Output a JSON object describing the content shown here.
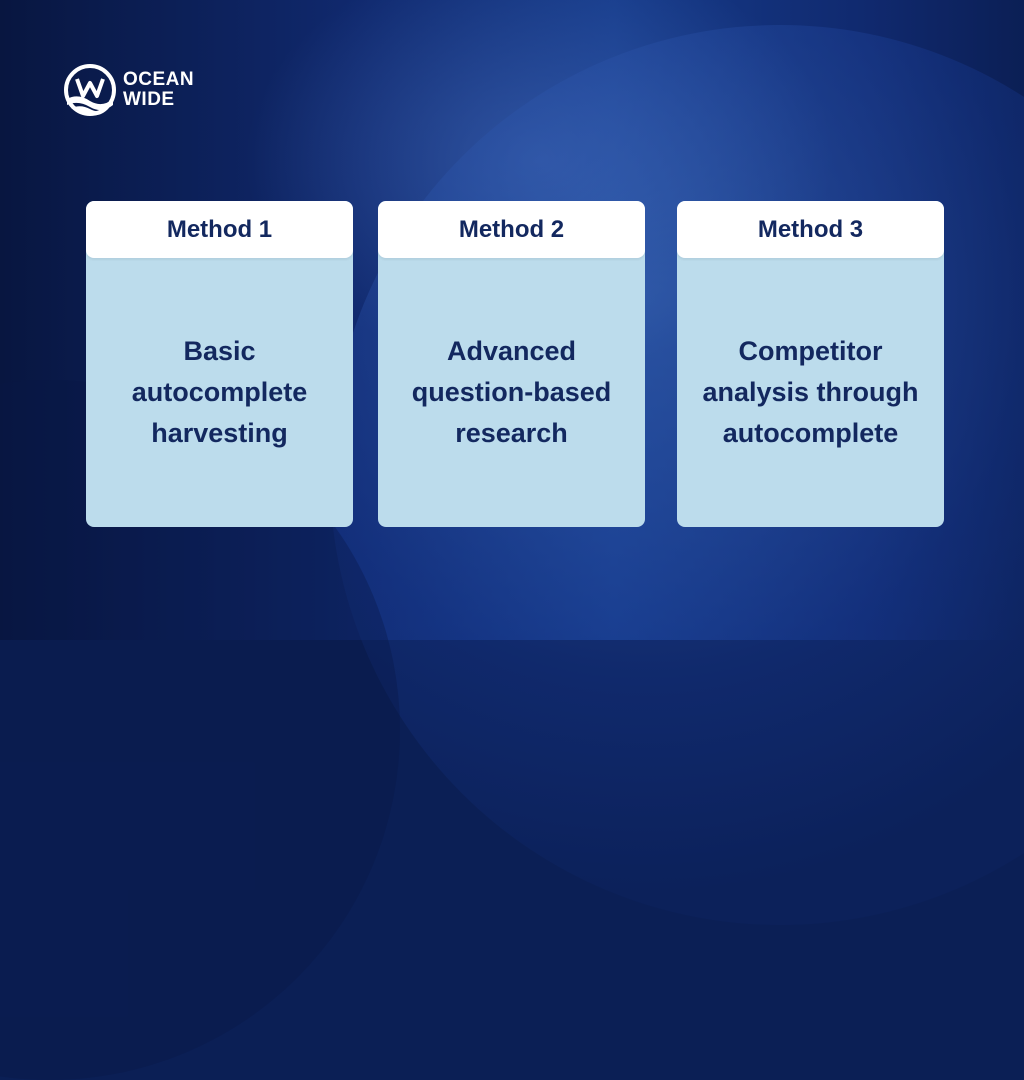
{
  "brand": {
    "line1": "OCEAN",
    "line2": "WIDE",
    "icon": "ocean-wave-w-logo-icon"
  },
  "colors": {
    "background": "#0b1f55",
    "card_body": "#bcdcec",
    "card_header": "#ffffff",
    "text": "#13285f"
  },
  "methods": [
    {
      "title": "Method 1",
      "description": "Basic autocomplete harvesting"
    },
    {
      "title": "Method 2",
      "description": "Advanced question-based research"
    },
    {
      "title": "Method 3",
      "description": "Competitor analysis through autocomplete"
    }
  ]
}
